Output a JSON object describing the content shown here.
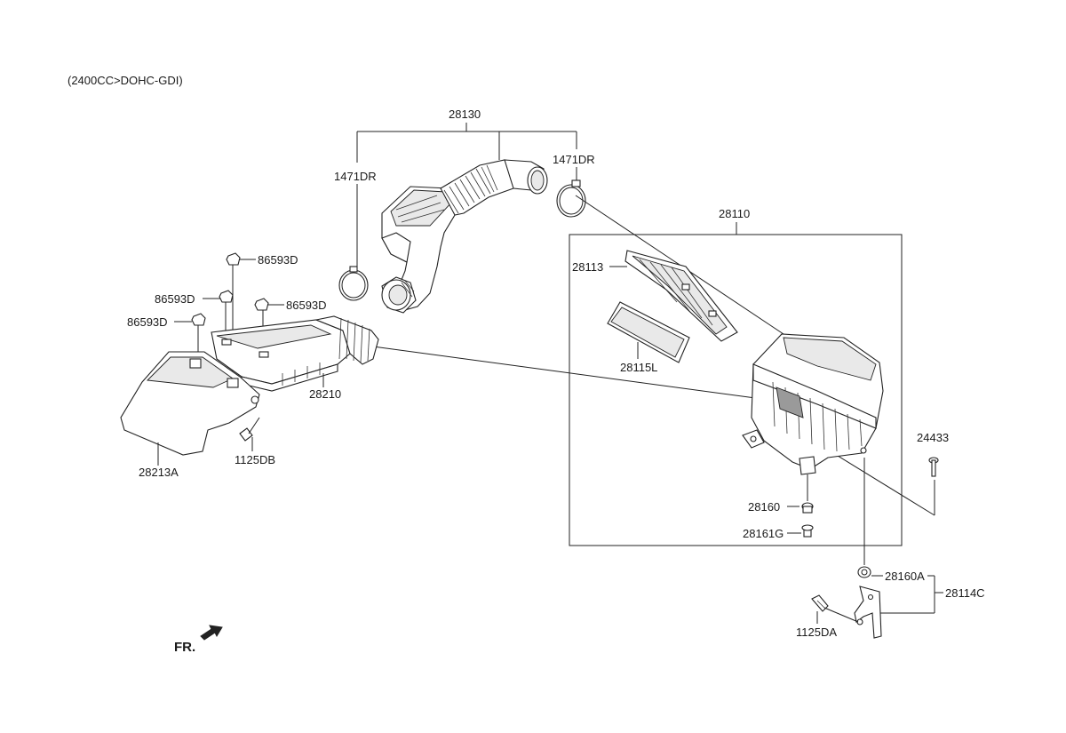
{
  "header": {
    "engine_note": "(2400CC>DOHC-GDI)"
  },
  "labels": {
    "l28130": "28130",
    "l1471DR_left": "1471DR",
    "l1471DR_right": "1471DR",
    "l28110": "28110",
    "l28113": "28113",
    "l28115L": "28115L",
    "l86593D_a": "86593D",
    "l86593D_b": "86593D",
    "l86593D_c": "86593D",
    "l86593D_d": "86593D",
    "l28210": "28210",
    "l28213A": "28213A",
    "l1125DB": "1125DB",
    "l24433": "24433",
    "l28160": "28160",
    "l28161G": "28161G",
    "l28160A": "28160A",
    "l28114C": "28114C",
    "l1125DA": "1125DA"
  },
  "footer": {
    "front_marker": "FR."
  }
}
